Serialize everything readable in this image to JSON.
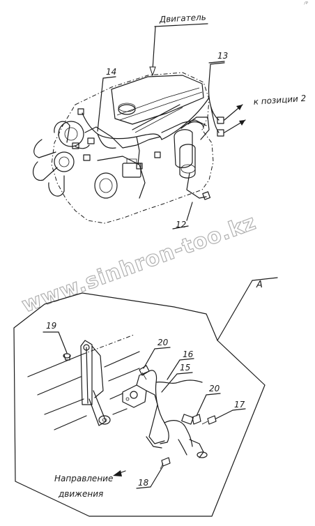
{
  "labels": {
    "engine": "Двигатель",
    "to_position": "к позиции 2",
    "view": "А",
    "direction_line1": "Направление",
    "direction_line2": "движения"
  },
  "callouts": {
    "c12": "12",
    "c13": "13",
    "c14": "14",
    "c15": "15",
    "c16": "16",
    "c17": "17",
    "c18": "18",
    "c19": "19",
    "c20a": "20",
    "c20b": "20"
  },
  "watermark": "www.sinhron-too.kz",
  "corner_mark": "/P"
}
